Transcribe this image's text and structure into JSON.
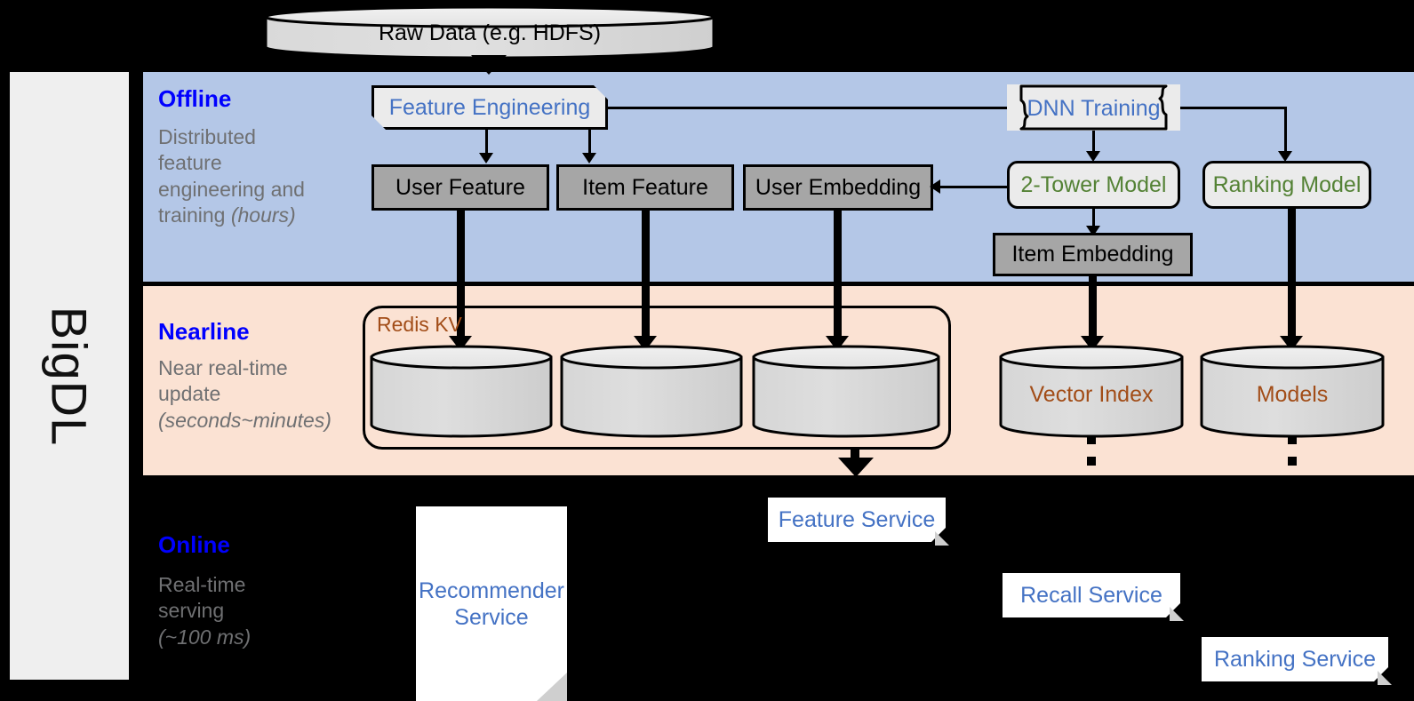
{
  "framework": {
    "name": "BigDL"
  },
  "tiers": [
    {
      "id": "offline",
      "title": "Offline",
      "subtitle_lines": [
        "Distributed",
        "feature",
        "engineering and",
        "training "
      ],
      "subtitle_italic": "(hours)"
    },
    {
      "id": "nearline",
      "title": "Nearline",
      "subtitle_lines": [
        "Near real-time",
        "update"
      ],
      "subtitle_italic": "(seconds~minutes)"
    },
    {
      "id": "online",
      "title": "Online",
      "subtitle_lines": [
        "Real-time",
        "serving"
      ],
      "subtitle_italic": "(~100 ms)"
    }
  ],
  "source": {
    "label": "Raw Data (e.g. HDFS)"
  },
  "offline": {
    "feature_engineering": "Feature Engineering",
    "dnn_training": "DNN Training",
    "user_feature": "User Feature",
    "item_feature": "Item Feature",
    "user_embedding": "User Embedding",
    "two_tower_model": "2-Tower Model",
    "ranking_model": "Ranking Model",
    "item_embedding": "Item Embedding"
  },
  "nearline": {
    "redis_group_label": "Redis KV",
    "stores": [
      "",
      "",
      ""
    ],
    "vector_index": "Vector Index",
    "models": "Models"
  },
  "online": {
    "recommender_service": "Recommender\nService",
    "recommender_service_line1": "Recommender",
    "recommender_service_line2": "Service",
    "feature_service": "Feature Service",
    "recall_service": "Recall Service",
    "ranking_service": "Ranking Service"
  },
  "colors": {
    "offline_band": "#b4c7e7",
    "nearline_band": "#fbe2d3",
    "online_band": "#000000",
    "tier_title": "#0000ff",
    "tier_subtitle": "#6f7072",
    "process_text": "#4472c4",
    "model_text": "#548235",
    "store_text": "#a24d18",
    "gray_box": "#a6a6a6",
    "rail_bg": "#efefef"
  }
}
